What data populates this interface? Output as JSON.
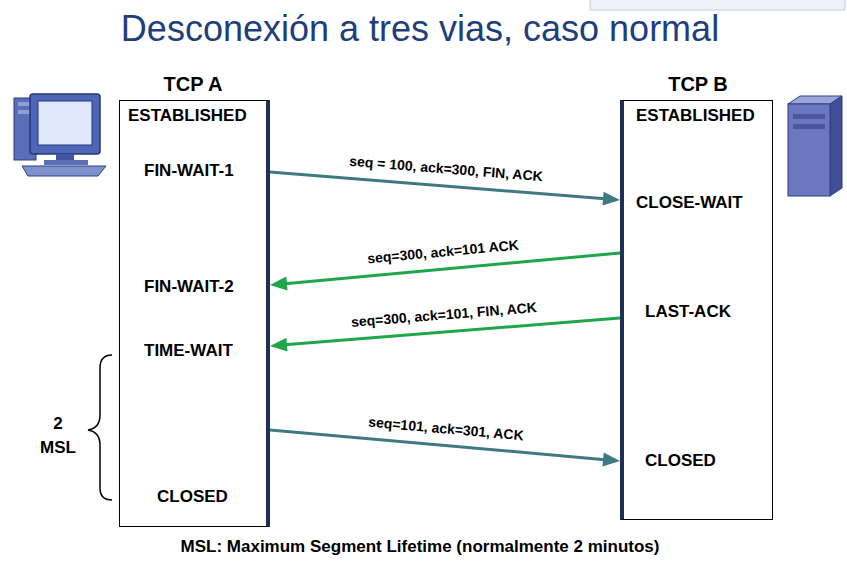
{
  "diagram": {
    "title": "Desconexión a tres vias, caso normal",
    "caption": "MSL: Maximum Segment Lifetime (normalmente 2 minutos)",
    "nodes": [
      {
        "text": [
          "TCP A",
          "ESTABLISHED",
          "FIN-WAIT-1",
          "FIN-WAIT-2",
          "TIME-WAIT",
          "CLOSED"
        ]
      },
      {
        "text": [
          "TCP B",
          "ESTABLISHED",
          "CLOSE-WAIT",
          "LAST-ACK",
          "CLOSED"
        ]
      }
    ],
    "edges": [
      {
        "from": 0,
        "to": 1,
        "arrow": "to",
        "label": "seq = 100, ack=300, FIN, ACK"
      },
      {
        "from": 1,
        "to": 0,
        "arrow": "to",
        "label": "seq=300, ack=101 ACK"
      },
      {
        "from": 1,
        "to": 0,
        "arrow": "to",
        "label": "seq=300, ack=101, FIN, ACK"
      },
      {
        "from": 0,
        "to": 1,
        "arrow": "to",
        "label": "seq=101, ack=301, ACK"
      }
    ],
    "labels": [
      "2 MSL"
    ]
  }
}
